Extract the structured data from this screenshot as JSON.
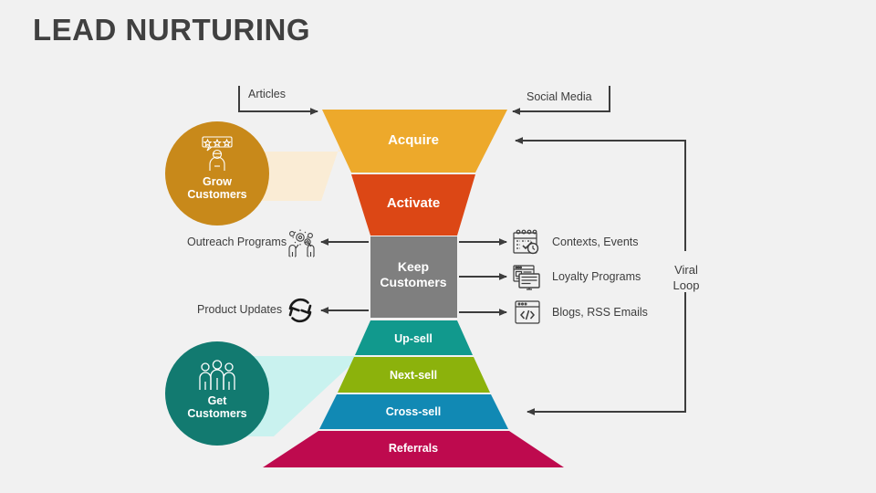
{
  "page": {
    "title": "LEAD NURTURING",
    "background_color": "#f1f1f1",
    "title_color": "#404040"
  },
  "funnel": {
    "stages": [
      {
        "label": "Acquire",
        "color": "#eda92b",
        "text_color": "#ffffff"
      },
      {
        "label": "Activate",
        "color": "#dc4715",
        "text_color": "#ffffff"
      }
    ],
    "middle": {
      "label_line1": "Keep",
      "label_line2": "Customers",
      "color": "#7f7f7f",
      "text_color": "#ffffff"
    }
  },
  "pyramid": {
    "levels": [
      {
        "label": "Up-sell",
        "color": "#11998d",
        "text_color": "#ffffff"
      },
      {
        "label": "Next-sell",
        "color": "#8cb20c",
        "text_color": "#ffffff"
      },
      {
        "label": "Cross-sell",
        "color": "#1189b4",
        "text_color": "#ffffff"
      },
      {
        "label": "Referrals",
        "color": "#be0a4e",
        "text_color": "#ffffff"
      }
    ]
  },
  "circles": [
    {
      "id": "grow",
      "line1": "Grow",
      "line2": "Customers",
      "color": "#c8891a",
      "band_color": "#faecd5",
      "icon": "person-rating-stars-icon"
    },
    {
      "id": "get",
      "line1": "Get",
      "line2": "Customers",
      "color": "#127a70",
      "band_color": "#c9f2ef",
      "icon": "three-people-icon"
    }
  ],
  "inputs": [
    {
      "label": "Articles",
      "direction": "right"
    },
    {
      "label": "Social Media",
      "direction": "left"
    }
  ],
  "left_outputs": [
    {
      "label": "Outreach Programs",
      "icon": "people-gears-icon"
    },
    {
      "label": "Product Updates",
      "icon": "refresh-cycle-icon"
    }
  ],
  "right_outputs": [
    {
      "label": "Contexts, Events",
      "icon": "calendar-check-icon"
    },
    {
      "label": "Loyalty Programs",
      "icon": "monitor-content-icon"
    },
    {
      "label": "Blogs, RSS Emails",
      "icon": "code-window-icon"
    }
  ],
  "loop": {
    "line1": "Viral",
    "line2": "Loop"
  },
  "colors": {
    "arrow": "#3d3d3d",
    "stroke": "#3d3d3d"
  }
}
